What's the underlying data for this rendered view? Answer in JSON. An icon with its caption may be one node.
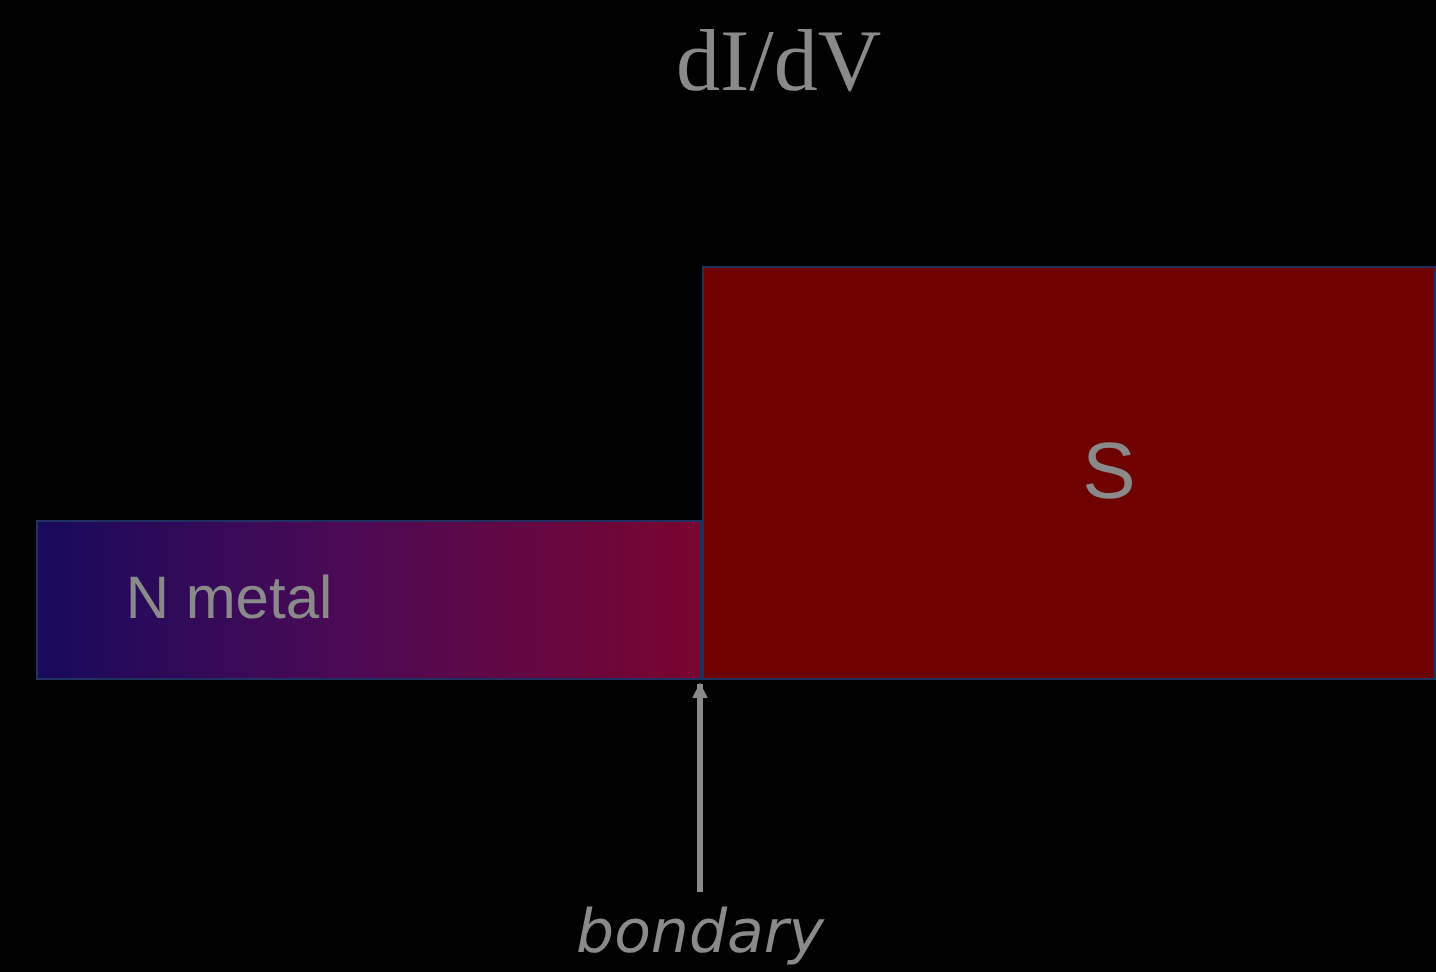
{
  "diagram": {
    "title": "dI/dV",
    "nodes": [
      {
        "text": [
          "N metal"
        ]
      },
      {
        "text": [
          "S"
        ]
      },
      {
        "text": [
          "bondary"
        ]
      }
    ],
    "edges": [
      {
        "from": 2,
        "to": 0,
        "arrow": "to"
      }
    ]
  }
}
